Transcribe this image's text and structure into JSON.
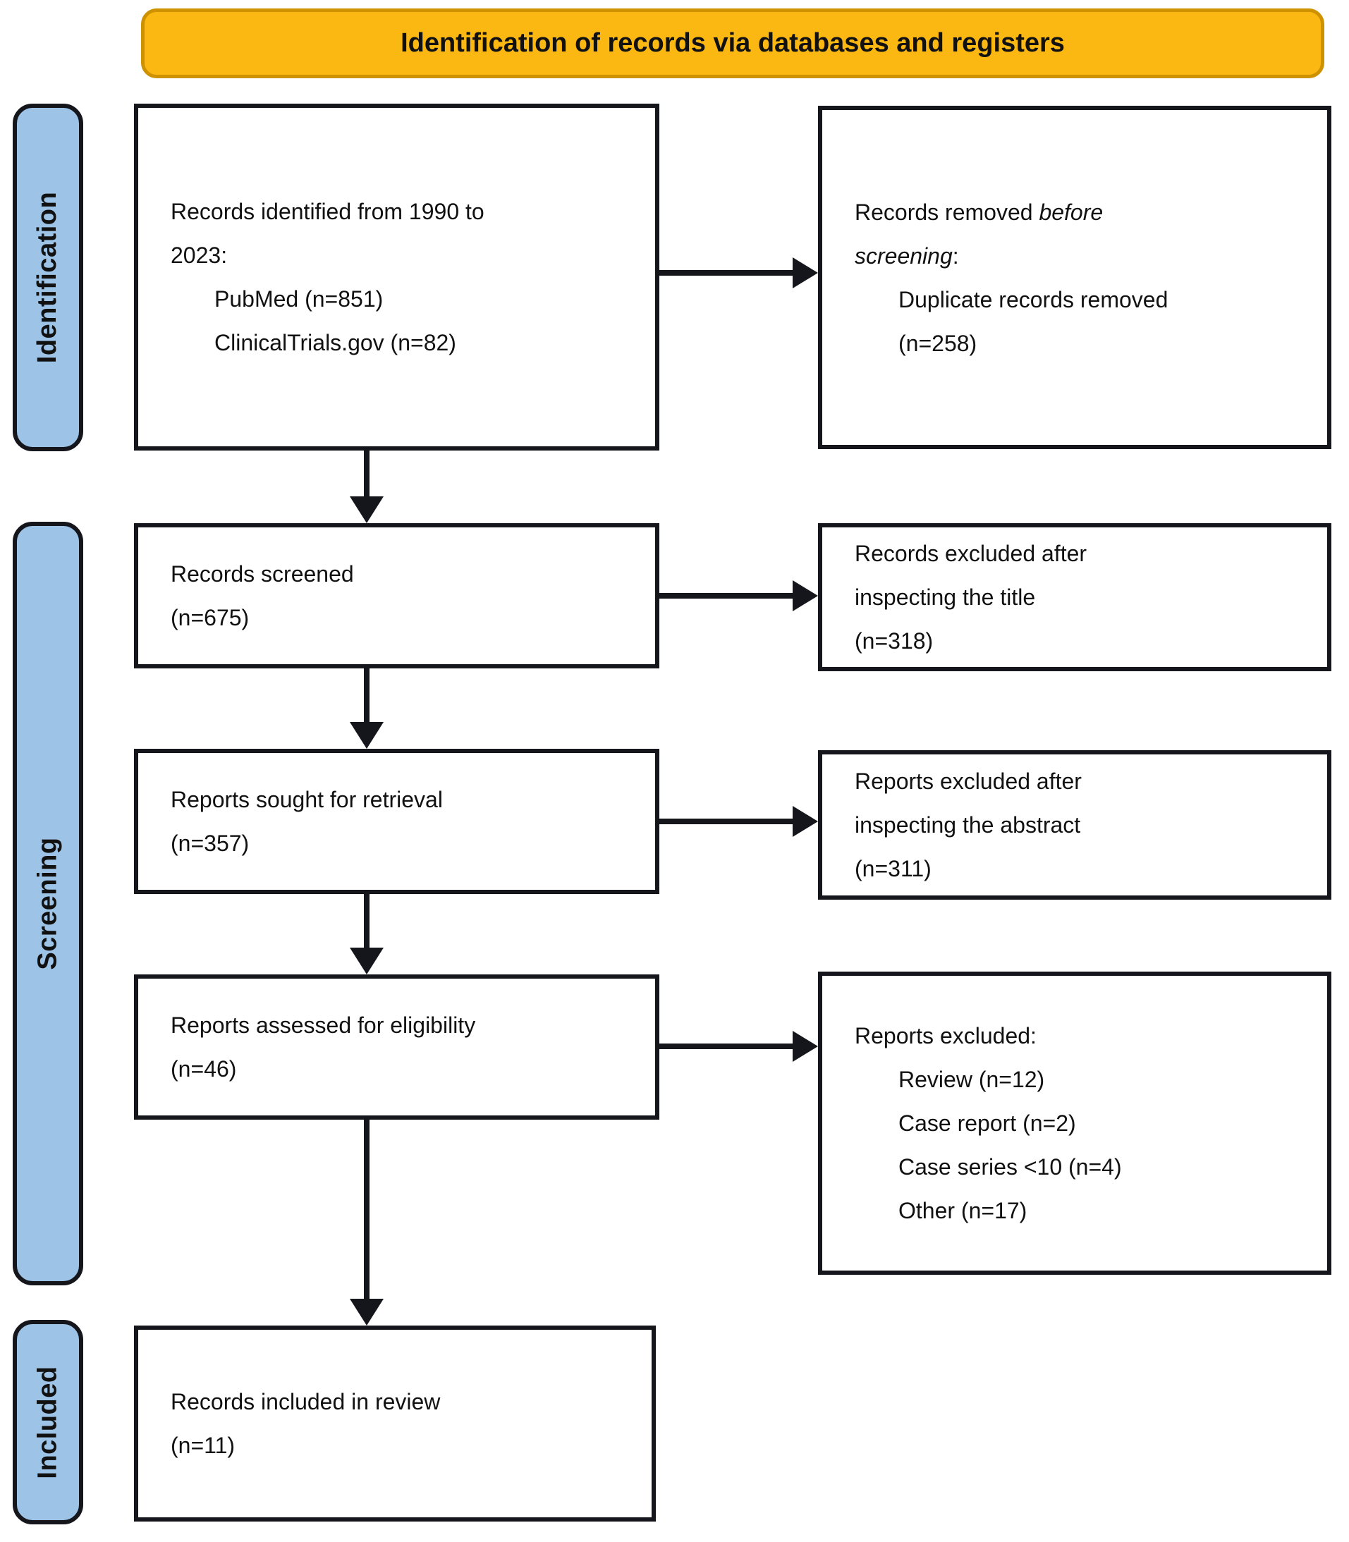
{
  "title": "Identification of records via databases and registers",
  "stages": {
    "identification": "Identification",
    "screening": "Screening",
    "included": "Included"
  },
  "boxes": {
    "records_identified": {
      "line1": "Records identified from 1990 to",
      "line2": "2023:",
      "item1": "PubMed (n=851)",
      "item2": "ClinicalTrials.gov (n=82)"
    },
    "records_removed": {
      "line1_normal": "Records removed ",
      "line1_italic": "before",
      "line2_italic": "screening",
      "line2_normal": ":",
      "item1": "Duplicate records removed",
      "item2": "(n=258)"
    },
    "records_screened": {
      "line1": "Records screened",
      "line2": "(n=675)"
    },
    "records_excluded_title": {
      "line1": "Records excluded after",
      "line2": "inspecting the title",
      "line3": "(n=318)"
    },
    "reports_sought": {
      "line1": "Reports sought for retrieval",
      "line2": "(n=357)"
    },
    "reports_excluded_abstract": {
      "line1": "Reports excluded after",
      "line2": "inspecting the abstract",
      "line3": "(n=311)"
    },
    "reports_assessed": {
      "line1": "Reports assessed for eligibility",
      "line2": "(n=46)"
    },
    "reports_excluded": {
      "line1": "Reports excluded:",
      "item1": "Review (n=12)",
      "item2": "Case report (n=2)",
      "item3": "Case series <10 (n=4)",
      "item4": "Other (n=17)"
    },
    "records_included": {
      "line1": "Records included in review",
      "line2": "(n=11)"
    }
  },
  "colors": {
    "banner_fill": "#FBB813",
    "banner_border": "#CE9200",
    "stage_fill": "#9DC3E6",
    "stage_border": "#15151C",
    "box_border": "#15151C",
    "arrow": "#15151C",
    "text": "#111111"
  }
}
